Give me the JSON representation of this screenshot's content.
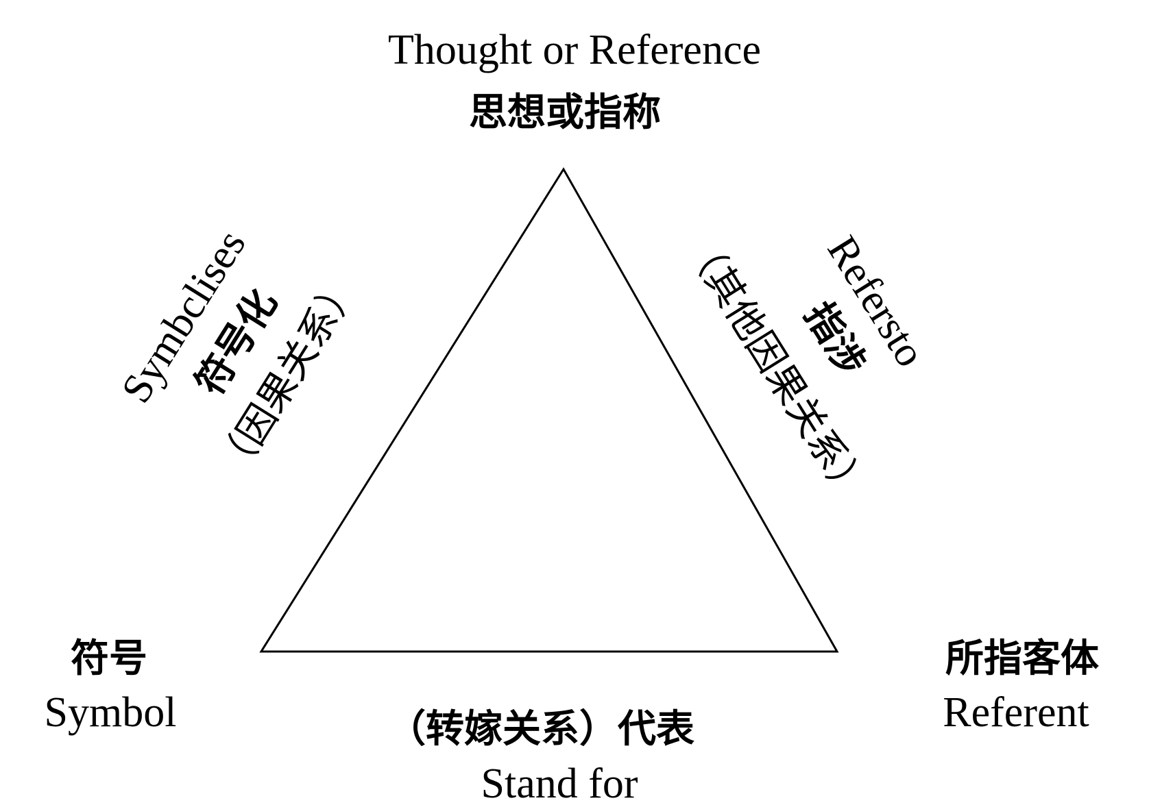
{
  "top": {
    "en": "Thought or Reference",
    "zh": "思想或指称"
  },
  "left_vertex": {
    "zh": "符号",
    "en": "Symbol"
  },
  "right_vertex": {
    "zh": "所指客体",
    "en": "Referent"
  },
  "bottom_edge": {
    "zh": "（转嫁关系）代表",
    "en": "Stand for"
  },
  "left_edge": {
    "en": "Symbclises",
    "zh": "符号化",
    "note": "（因果关系）"
  },
  "right_edge": {
    "en": "Refersto",
    "zh": "指涉",
    "note": "（其他因果关系）"
  },
  "colors": {
    "line": "#000000",
    "background": "#ffffff"
  }
}
